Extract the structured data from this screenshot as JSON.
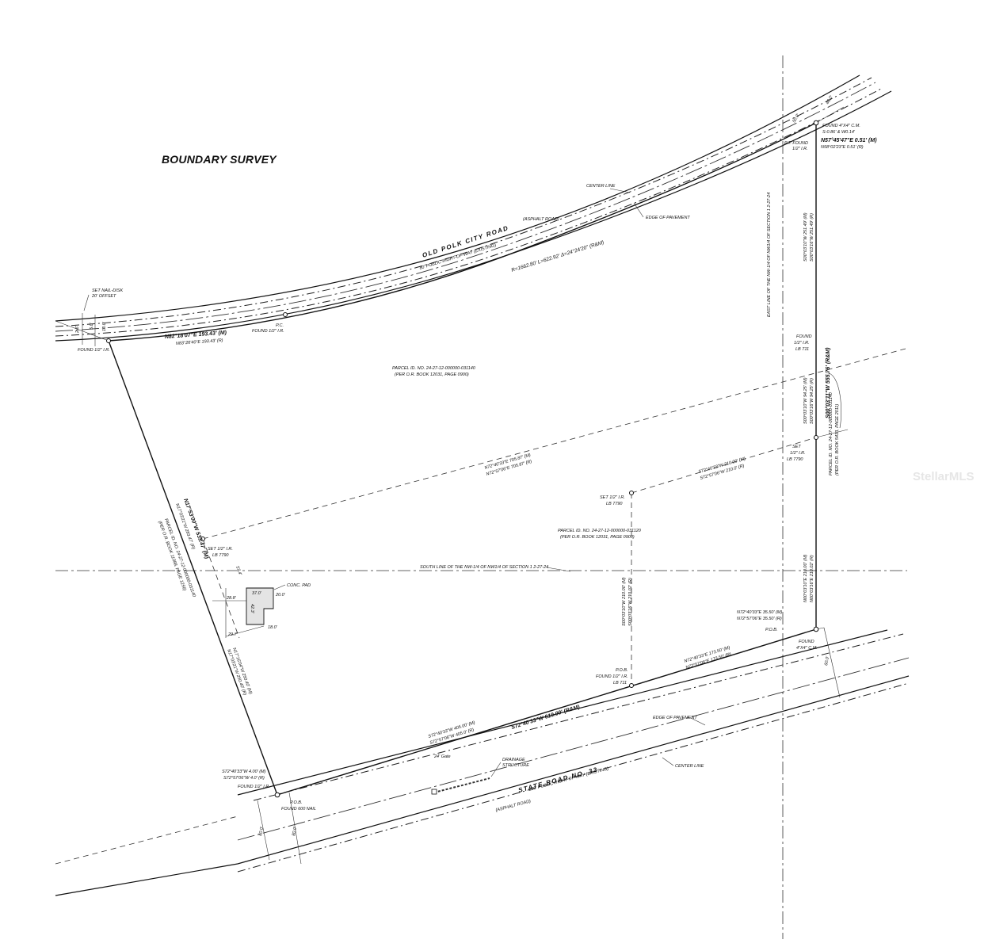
{
  "title": "BOUNDARY SURVEY",
  "watermark": "StellarMLS",
  "roads": {
    "north_name": "OLD POLK CITY ROAD",
    "north_row": "80' PUBLIC RIGHT-OF-WAY (EXISTING)",
    "north_surface": "(ASPHALT ROAD)",
    "north_curve": "R=1662.80' L=622.92' Δ=24°24'20\" (R&M)",
    "south_name": "STATE ROAD NO. 33",
    "south_row": "200' PUBLIC RIGHT-OF-WAY (EXISTING)",
    "south_surface": "(ASPHALT ROAD)"
  },
  "labels": {
    "center_line_n": "CENTER LINE",
    "center_line_s": "CENTER LINE",
    "edge_pavement_n": "EDGE OF PAVEMENT",
    "edge_pavement_s": "EDGE OF PAVEMENT",
    "set_nail_1": "SET NAIL-DISK",
    "set_nail_2": "20' OFFSET",
    "found_ir_nw": "FOUND 1/2\" I.R.",
    "pc": "P.C.",
    "pc_found": "FOUND 1/2\" I.R.",
    "found_cm_ne_1": "FOUND 4\"X4\" C.M.",
    "found_cm_ne_2": "S-0.86' & W0.14'",
    "pt_found_1": "P.T. FOUND",
    "pt_found_2": "1/2\" I.R.",
    "found_ir_east_1": "FOUND",
    "found_ir_east_2": "1/2\" I.R.",
    "found_ir_east_3": "LB 711",
    "set_ir_east_1": "SET",
    "set_ir_east_2": "1/2\" I.R.",
    "set_ir_east_3": "LB 7790",
    "set_ir_mid_1": "SET 1/2\" I.R.",
    "set_ir_mid_2": "LB 7790",
    "set_ir_west_1": "SET 1/2\" I.R.",
    "set_ir_west_2": "LB 7790",
    "conc_pad": "CONC. PAD",
    "pob_mid_1": "P.O.B.",
    "pob_mid_2": "FOUND 1/2\" I.R.",
    "pob_mid_3": "LB 711",
    "pob_east": "P.O.B.",
    "found_cm_se_1": "FOUND",
    "found_cm_se_2": "4\"X4\" C.M.",
    "pob_sw_1": "P.O.B.",
    "pob_sw_2": "FOUND 600 NAIL",
    "found_ir_sw": "FOUND 1/2\" I.R.",
    "gate": "24' Gate",
    "drainage_1": "DRAINAGE",
    "drainage_2": "STRUCTURE",
    "east_sec_line": "EAST LINE OF THE NW-1/4 OF NW1/4 OF SECTION 1 2-27-24",
    "south_sec_line": "SOUTH LINE OF THE NW-1/4 OF NW1/4 OF SECTION 1 2-27-24"
  },
  "parcels": {
    "p1_id": "PARCEL ID. NO. 24-27-12-000000-031140",
    "p1_ref": "(PER O.R. BOOK 12031, PAGE 0900)",
    "p2_id": "PARCEL ID. NO. 24-27-12-000000-031120",
    "p2_ref": "(PER O.R. BOOK 12031, PAGE 0900)",
    "p3_id": "PARCEL ID. NO. 24-27-12-000000-031140",
    "p3_ref": "(PER O.R. BOOK 5433, PAGE 2011)",
    "p4_id": "PARCEL ID. NO. 24-27-12-000000-031140",
    "p4_ref": "(PER O.R. BOOK 11088, PAGE 1256)"
  },
  "bearings": {
    "north_m": "N82°18'07\"E 193.43' (M)",
    "north_r": "N83°26'40\"E 193.43' (R)",
    "ne_tie_m": "N57°45'47\"E 0.51' (M)",
    "ne_tie_r": "N58°02'23\"E 0.51' (R)",
    "east_total": "S00°03'11\"W 555.76' (R&M)",
    "east_up_m": "S00°03'10\"W 251.49' (M)",
    "east_up_r": "S00°03'16\"W 251.49' (R)",
    "east_mid_m": "S00°03'10\"W 94.25' (M)",
    "east_mid_r": "S00°03'16\"W 94.25' (R)",
    "east_low_m": "N00°03'10\"E 210.00' (M)",
    "east_low_r": "N00°03'16\"E 210.02' (R)",
    "diag_m": "N72°40'33\"E 705.87' (M)",
    "diag_r": "N72°57'06\"E 705.87' (R)",
    "inner_m": "S72°40'33\"W 210.00' (M)",
    "inner_r": "S72°57'06\"W 210.0' (R)",
    "inner_v_m": "S00°03'10\"W 210.00' (M)",
    "inner_v_r": "S00°03'16\"W 210.02' (R)",
    "south_total": "S72°40'33\"W 619.00' (R&M)",
    "south_a_m": "N72°40'33\"E 173.50' (M)",
    "south_a_r": "N72°57'06\"E 173.50' (R)",
    "south_b_m": "N72°40'33\"E 35.50' (M)",
    "south_b_r": "N72°57'06\"E 35.50' (R)",
    "south_c_m": "S72°40'33\"W 405.00' (M)",
    "south_c_r": "S72°57'06\"W 405.0' (R)",
    "sw_tie_m": "S72°40'33\"W 4.00' (M)",
    "sw_tie_r": "S72°57'06\"W 4.0' (R)",
    "west_total": "N17°53'00\"W 533.47' (M)",
    "west_low_m": "N17°16'04\"W 250.40' (M)",
    "west_low_r": "N17°03'21\"W 250.40' (R)",
    "west_up_r": "N17°03'21\"W 283.47' (R)"
  },
  "dims": {
    "nw_a": "5.0'",
    "nw_b": "10.0'",
    "nw_c": "2.6'",
    "ne_a": "40.0'",
    "ne_b": "50.0'",
    "se_a": "60.0'",
    "sw_a": "80.0'",
    "sw_b": "60.0'",
    "pad_top": "37.0'",
    "pad_right": "20.0'",
    "pad_left": "28.8'",
    "pad_mid": "42.3'",
    "pad_bot": "18.0'",
    "pad_bl": "29.7'",
    "west_off": "57.4'"
  }
}
